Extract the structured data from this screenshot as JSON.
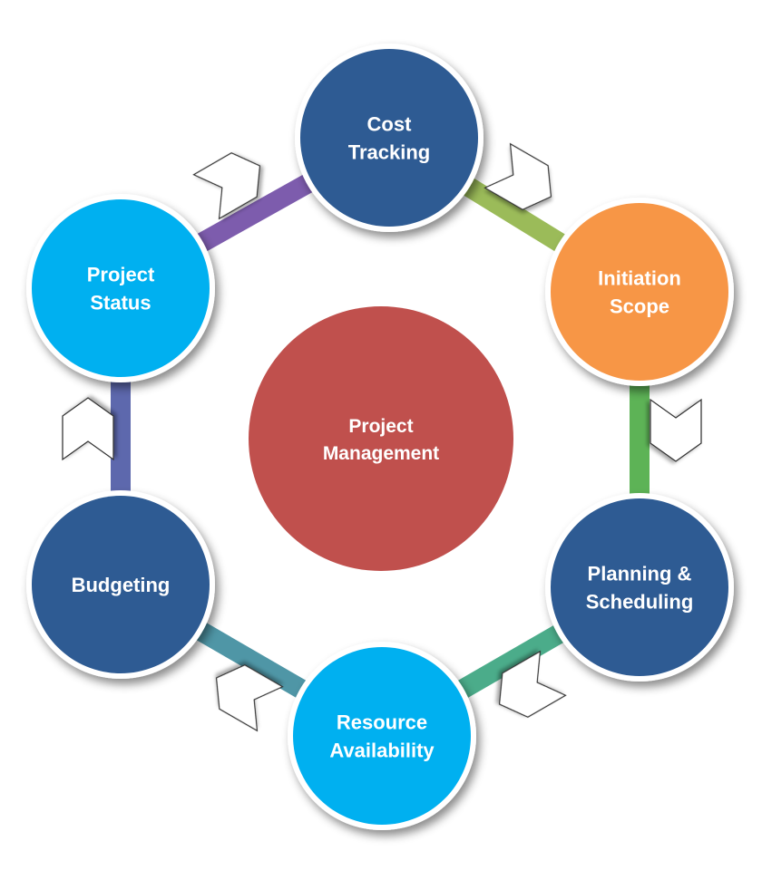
{
  "center": {
    "lines": [
      "Project",
      "Management"
    ],
    "color": "#c0504d"
  },
  "nodes": [
    {
      "id": "cost-tracking",
      "lines": [
        "Cost",
        "Tracking"
      ],
      "color": "#2e5b93"
    },
    {
      "id": "initiation-scope",
      "lines": [
        "Initiation",
        "Scope"
      ],
      "color": "#f79646"
    },
    {
      "id": "planning-scheduling",
      "lines": [
        "Planning &",
        "Scheduling"
      ],
      "color": "#2e5b93"
    },
    {
      "id": "resource-availability",
      "lines": [
        "Resource",
        "Availability"
      ],
      "color": "#00b0f0"
    },
    {
      "id": "budgeting",
      "lines": [
        "Budgeting"
      ],
      "color": "#2e5b93"
    },
    {
      "id": "project-status",
      "lines": [
        "Project",
        "Status"
      ],
      "color": "#00b0f0"
    }
  ],
  "connectors": [
    {
      "color": "#9bbb59"
    },
    {
      "color": "#5db356"
    },
    {
      "color": "#4bac8a"
    },
    {
      "color": "#4f96a6"
    },
    {
      "color": "#5d68ad"
    },
    {
      "color": "#7d5cad"
    }
  ]
}
